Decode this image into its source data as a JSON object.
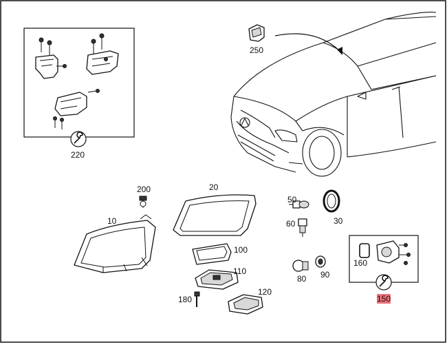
{
  "diagram": {
    "callouts": {
      "c10": "10",
      "c20": "20",
      "c30": "30",
      "c50": "50",
      "c60": "60",
      "c80": "80",
      "c90": "90",
      "c100": "100",
      "c110": "110",
      "c120": "120",
      "c150": "150",
      "c160": "160",
      "c180": "180",
      "c200": "200",
      "c220": "220",
      "c250": "250"
    },
    "highlight_color": "#f0707a",
    "icons": {
      "wrench": "wrench-icon"
    }
  }
}
